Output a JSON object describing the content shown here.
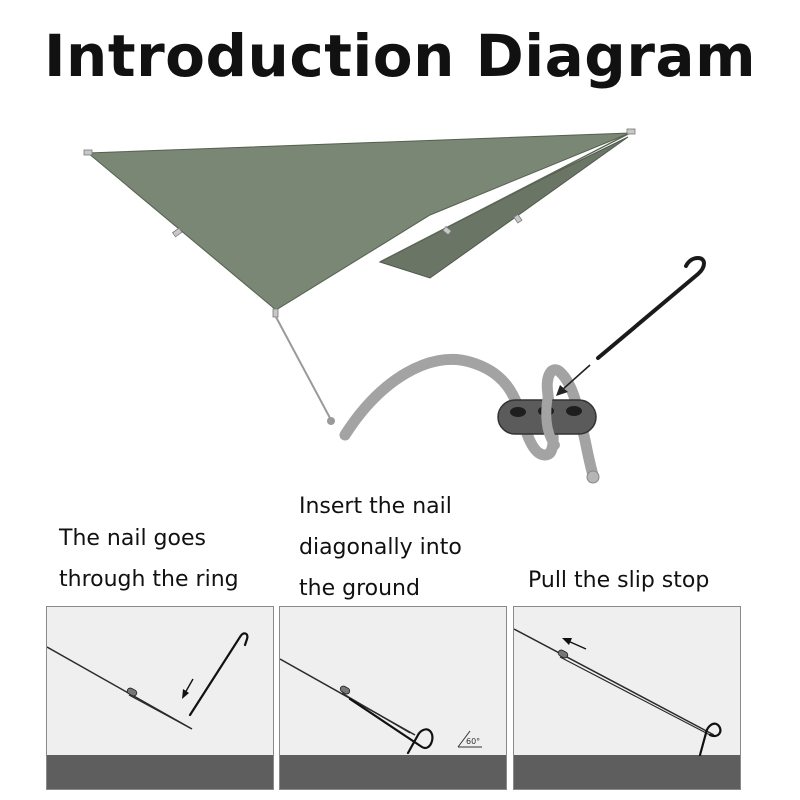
{
  "title": "Introduction Diagram",
  "steps": [
    {
      "lines": [
        "The nail goes",
        "through the ring"
      ]
    },
    {
      "lines": [
        "Insert the nail",
        "diagonally into",
        "the ground"
      ]
    },
    {
      "lines": [
        "Pull the slip stop"
      ]
    }
  ],
  "angle_label": "60°",
  "colors": {
    "tarp": "#7a8774",
    "tarp_back": "#6b7565",
    "rope": "#a3a3a3",
    "stopper": "#5b5b5b",
    "ground": "#5e5e5e",
    "panel_bg": "#efefef"
  }
}
